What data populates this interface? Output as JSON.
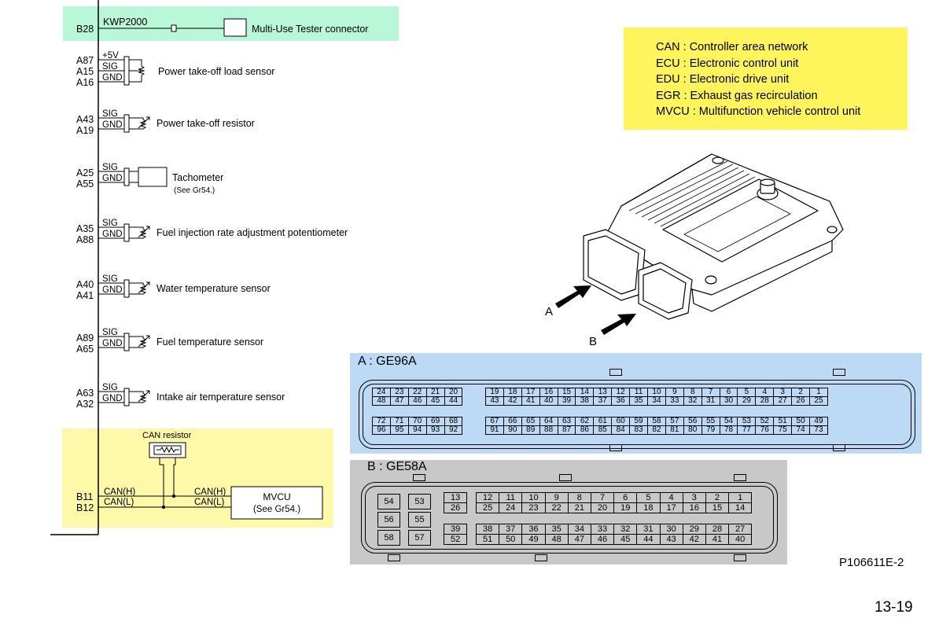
{
  "wiring": {
    "kwp_row": {
      "pin": "B28",
      "signal": "KWP2000",
      "label": "Multi-Use Tester connector"
    },
    "sensors": [
      {
        "pins": [
          "A87",
          "A15",
          "A16"
        ],
        "signals": [
          "+5V",
          "SIG",
          "GND"
        ],
        "label": "Power take-off load sensor",
        "note": ""
      },
      {
        "pins": [
          "A43",
          "A19"
        ],
        "signals": [
          "SIG",
          "GND"
        ],
        "label": "Power take-off resistor",
        "note": ""
      },
      {
        "pins": [
          "A25",
          "A55"
        ],
        "signals": [
          "SIG",
          "GND"
        ],
        "label": "Tachometer",
        "note": "(See Gr54.)"
      },
      {
        "pins": [
          "A35",
          "A88"
        ],
        "signals": [
          "SIG",
          "GND"
        ],
        "label": "Fuel injection rate adjustment potentiometer",
        "note": ""
      },
      {
        "pins": [
          "A40",
          "A41"
        ],
        "signals": [
          "SIG",
          "GND"
        ],
        "label": "Water temperature sensor",
        "note": ""
      },
      {
        "pins": [
          "A89",
          "A65"
        ],
        "signals": [
          "SIG",
          "GND"
        ],
        "label": "Fuel temperature sensor",
        "note": ""
      },
      {
        "pins": [
          "A63",
          "A32"
        ],
        "signals": [
          "SIG",
          "GND"
        ],
        "label": "Intake air temperature sensor",
        "note": ""
      }
    ],
    "can": {
      "resistor_label": "CAN resistor",
      "pins": [
        "B11",
        "B12"
      ],
      "signals": [
        "CAN(H)",
        "CAN(L)"
      ],
      "mvcu_signals": [
        "CAN(H)",
        "CAN(L)"
      ],
      "mvcu_label": "MVCU",
      "mvcu_note": "(See Gr54.)"
    }
  },
  "abbreviations": [
    "CAN : Controller area network",
    "ECU : Electronic control unit",
    "EDU : Electronic drive unit",
    "EGR : Exhaust gas recirculation",
    "MVCU : Multifunction vehicle control unit"
  ],
  "ecu_labels": {
    "a": "A",
    "b": "B"
  },
  "connector_a": {
    "title": "A : GE96A",
    "groups": [
      {
        "top": [
          "24",
          "23",
          "22",
          "21",
          "20"
        ],
        "bottom": [
          "48",
          "47",
          "46",
          "45",
          "44"
        ]
      },
      {
        "top": [
          "19",
          "18",
          "17",
          "16",
          "15",
          "14",
          "13",
          "12",
          "11",
          "10",
          "9",
          "8",
          "7",
          "6",
          "5",
          "4",
          "3",
          "2",
          "1"
        ],
        "bottom": [
          "43",
          "42",
          "41",
          "40",
          "39",
          "38",
          "37",
          "36",
          "35",
          "34",
          "33",
          "32",
          "31",
          "30",
          "29",
          "28",
          "27",
          "26",
          "25"
        ]
      },
      {
        "top": [
          "72",
          "71",
          "70",
          "69",
          "68"
        ],
        "bottom": [
          "96",
          "95",
          "94",
          "93",
          "92"
        ]
      },
      {
        "top": [
          "67",
          "66",
          "65",
          "64",
          "63",
          "62",
          "61",
          "60",
          "59",
          "58",
          "57",
          "56",
          "55",
          "54",
          "53",
          "52",
          "51",
          "50",
          "49"
        ],
        "bottom": [
          "91",
          "90",
          "89",
          "88",
          "87",
          "86",
          "85",
          "84",
          "83",
          "82",
          "81",
          "80",
          "79",
          "78",
          "77",
          "76",
          "75",
          "74",
          "73"
        ]
      }
    ]
  },
  "connector_b": {
    "title": "B : GE58A",
    "big_pins": [
      "54",
      "53",
      "56",
      "55",
      "58",
      "57"
    ],
    "groups": [
      {
        "top": [
          "13"
        ],
        "bottom": [
          "26"
        ]
      },
      {
        "top": [
          "12",
          "11",
          "10",
          "9",
          "8",
          "7",
          "6",
          "5",
          "4",
          "3",
          "2",
          "1"
        ],
        "bottom": [
          "25",
          "24",
          "23",
          "22",
          "21",
          "20",
          "19",
          "18",
          "17",
          "16",
          "15",
          "14"
        ]
      },
      {
        "top": [
          "39"
        ],
        "bottom": [
          "52"
        ]
      },
      {
        "top": [
          "38",
          "37",
          "36",
          "35",
          "34",
          "33",
          "32",
          "31",
          "30",
          "29",
          "28",
          "27"
        ],
        "bottom": [
          "51",
          "50",
          "49",
          "48",
          "47",
          "46",
          "45",
          "44",
          "43",
          "42",
          "41",
          "40"
        ]
      }
    ]
  },
  "figure_id": "P106611E-2",
  "page_number": "13-19",
  "colors": {
    "tester_band": "#b9f7d8",
    "can_band": "#fdf9a8",
    "abbr_box": "#fdf55b",
    "conn_a_panel": "#bcd9f6",
    "conn_b_panel": "#c8c8c8"
  }
}
